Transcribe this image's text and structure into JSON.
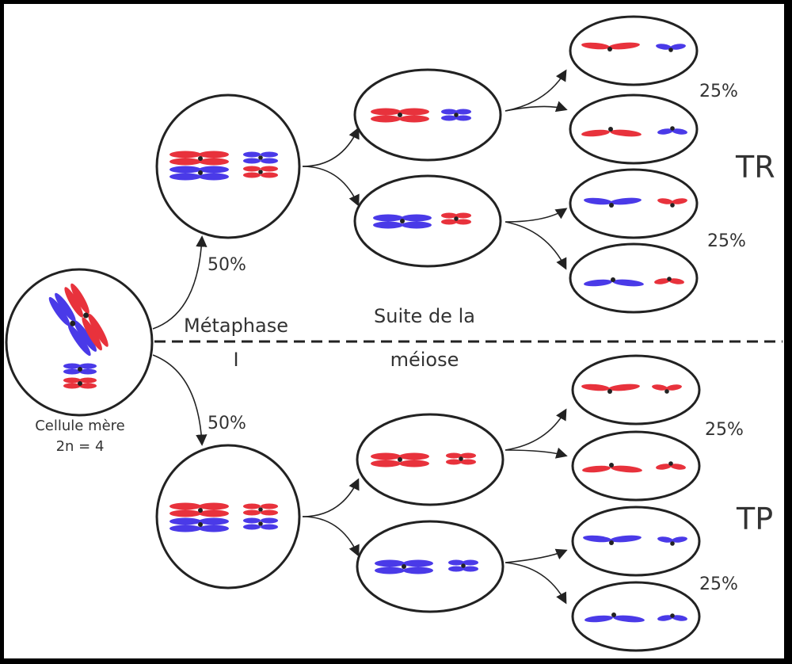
{
  "labels": {
    "mother_cell": "Cellule mère",
    "ploidy": "2n = 4",
    "metaphase_line1": "Métaphase",
    "metaphase_line2": "I",
    "continuation_line1": "Suite de la",
    "continuation_line2": "méiose",
    "pct_top_branch": "50%",
    "pct_bottom_branch": "50%",
    "pct_tr_upper": "25%",
    "pct_tr_lower": "25%",
    "pct_tp_upper": "25%",
    "pct_tp_lower": "25%",
    "group_top": "TR",
    "group_bottom": "TP"
  },
  "colors": {
    "red_chromosome": "#e8323c",
    "blue_chromosome": "#4a3ae8",
    "centromere": "#222222",
    "outline": "#222222",
    "background": "#ffffff",
    "frame": "#000000"
  }
}
